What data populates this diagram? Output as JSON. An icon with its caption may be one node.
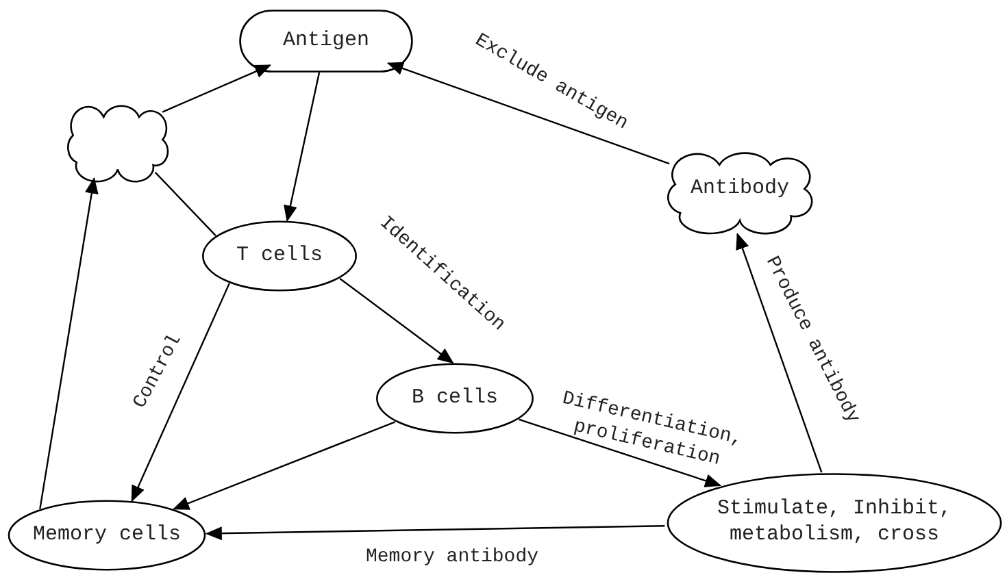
{
  "diagram": {
    "nodes": [
      {
        "text": [
          "Antigen"
        ]
      },
      {
        "text": [],
        "shape": "cloud"
      },
      {
        "text": [
          "Antibody"
        ]
      },
      {
        "text": [
          "T cells"
        ]
      },
      {
        "text": [
          "B cells"
        ]
      },
      {
        "text": [
          "Memory cells"
        ]
      },
      {
        "text": [
          "Stimulate, Inhibit, metabolism, cross"
        ]
      }
    ],
    "edges": [
      {
        "from": 1,
        "to": 0,
        "arrow": "to"
      },
      {
        "from": 0,
        "to": 3,
        "arrow": "to"
      },
      {
        "from": 2,
        "to": 0,
        "arrow": "to",
        "label": "Exclude antigen"
      },
      {
        "from": 3,
        "to": 1,
        "arrow": "none"
      },
      {
        "from": 3,
        "to": 4,
        "arrow": "to",
        "label": "Identification"
      },
      {
        "from": 3,
        "to": 5,
        "arrow": "to",
        "label": "Control"
      },
      {
        "from": 4,
        "to": 5,
        "arrow": "to"
      },
      {
        "from": 4,
        "to": 6,
        "arrow": "to",
        "label": "Differentiation, proliferation"
      },
      {
        "from": 6,
        "to": 2,
        "arrow": "to",
        "label": "Produce antibody"
      },
      {
        "from": 6,
        "to": 5,
        "arrow": "to",
        "label": "Memory antibody"
      },
      {
        "from": 5,
        "to": 1,
        "arrow": "to"
      }
    ]
  }
}
